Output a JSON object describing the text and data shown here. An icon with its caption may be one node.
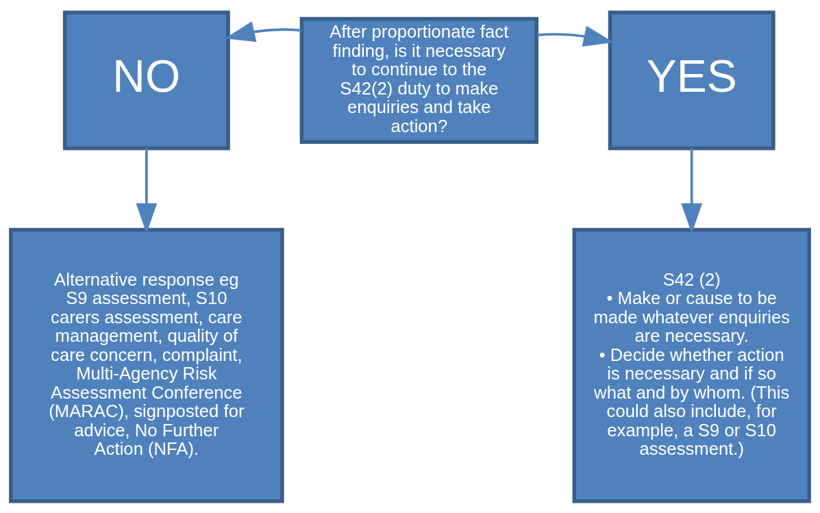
{
  "diagram": {
    "nodes": [
      {
        "text": [
          "NO"
        ]
      },
      {
        "text": [
          "After proportionate fact finding, is it necessary to continue to the S42(2) duty to make enquiries and take action?"
        ]
      },
      {
        "text": [
          "YES"
        ]
      },
      {
        "text": [
          "Alternative response eg S9 assessment, S10 carers assessment, care management, quality of care concern, complaint, Multi-Agency Risk Assessment Conference (MARAC), signposted for advice, No Further Action (NFA)."
        ]
      },
      {
        "text": [
          "S42 (2)",
          "• Make or cause to be made whatever enquiries are necessary.",
          "• Decide whether action is necessary and if so what and by whom. (This could also include, for example, a S9 or S10 assessment.)"
        ]
      }
    ],
    "edges": [
      {
        "from": 1,
        "to": 0,
        "arrow": "to"
      },
      {
        "from": 1,
        "to": 2,
        "arrow": "to"
      },
      {
        "from": 0,
        "to": 3,
        "arrow": "to"
      },
      {
        "from": 2,
        "to": 4,
        "arrow": "to"
      }
    ]
  }
}
